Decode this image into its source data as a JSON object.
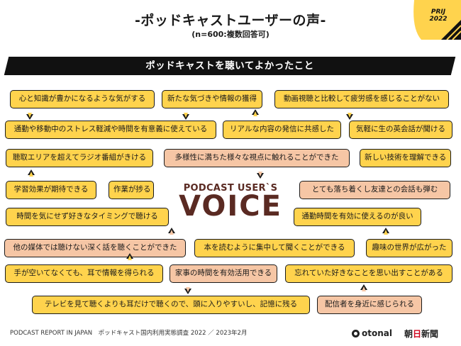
{
  "header": {
    "title": "-ポッドキャストユーザーの声-",
    "subtitle": "(n=600:複数回答可)",
    "badge": [
      "PRIJ",
      "2022"
    ]
  },
  "banner": "ポッドキャストを聴いてよかったこと",
  "voice": {
    "sub": "PODCAST USER`S",
    "main": "VOICE"
  },
  "bubbles": [
    "心と知識が豊かになるような気がする",
    "新たな気づきや情報の獲得",
    "動画視聴と比較して疲労感を感じることがない",
    "通勤や移動中のストレス軽減や時間を有意義に使えている",
    "リアルな内容の発信に共感した",
    "気軽に生の英会話が聞ける",
    "聴取エリアを超えてラジオ番組がきける",
    "多様性に満ちた様々な視点に触れることができた",
    "新しい技術を理解できる",
    "学習効果が期待できる",
    "作業が捗る",
    "とても落ち着くし友達との会話も弾む",
    "時間を気にせず好きなタイミングで聴ける",
    "通勤時間を有効に使えるのが良い",
    "他の媒体では聴けない深く話を聴くことができた",
    "本を読むように集中して聞くことができる",
    "趣味の世界が広がった",
    "手が空いてなくても、耳で情報を得られる",
    "家事の時間を有効活用できる",
    "忘れていた好きなことを思い出すことがある",
    "テレビを見て聴くよりも耳だけで聴くので、頭に入りやすいし、記憶に残る",
    "配信者を身近に感じられる"
  ],
  "footer": {
    "text": "PODCAST REPORT IN JAPAN　ポッドキャスト国内利用実態調査 2022 ／ 2023年2月",
    "otonal": "otonal",
    "asahi_1": "朝",
    "asahi_2": "日",
    "asahi_3": "新聞"
  },
  "colors": {
    "yellow": "#ffd34d",
    "peach": "#f6c6a5",
    "voice": "#5a2a22",
    "banner": "#111111"
  }
}
